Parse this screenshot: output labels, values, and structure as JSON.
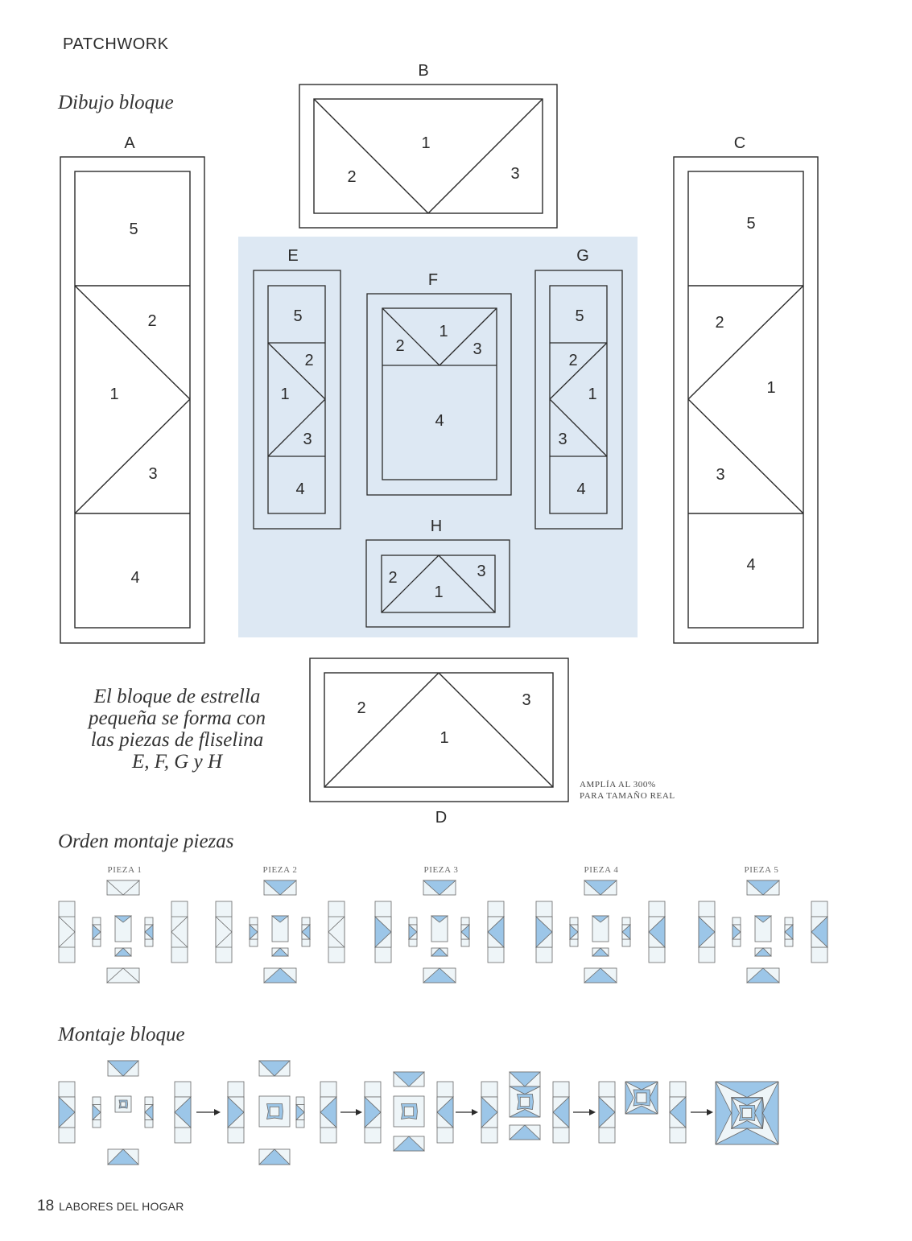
{
  "header": {
    "section": "PATCHWORK"
  },
  "headings": {
    "block_drawing": "Dibujo bloque",
    "assembly_order": "Orden montaje piezas",
    "block_assembly": "Montaje bloque"
  },
  "note": {
    "lines": [
      "El bloque de estrella",
      "pequeña se forma con",
      "las piezas de fliselina",
      "E, F, G y H"
    ]
  },
  "enlarge": {
    "line1": "AMPLÍA AL 300%",
    "line2": "PARA TAMAÑO REAL"
  },
  "footer": {
    "page": "18",
    "magazine": "LABORES DEL HOGAR"
  },
  "templates": [
    {
      "id": "A",
      "pieces": [
        "5",
        "2",
        "1",
        "3",
        "4"
      ]
    },
    {
      "id": "B",
      "pieces": [
        "1",
        "2",
        "3"
      ]
    },
    {
      "id": "C",
      "pieces": [
        "5",
        "2",
        "1",
        "3",
        "4"
      ]
    },
    {
      "id": "D",
      "pieces": [
        "2",
        "1",
        "3"
      ]
    },
    {
      "id": "E",
      "pieces": [
        "5",
        "2",
        "1",
        "3",
        "4"
      ]
    },
    {
      "id": "F",
      "pieces": [
        "1",
        "2",
        "3",
        "4"
      ]
    },
    {
      "id": "G",
      "pieces": [
        "5",
        "2",
        "1",
        "3",
        "4"
      ]
    },
    {
      "id": "H",
      "pieces": [
        "2",
        "1",
        "3"
      ]
    }
  ],
  "order_steps": [
    "PIEZA 1",
    "PIEZA 2",
    "PIEZA 3",
    "PIEZA 4",
    "PIEZA 5"
  ],
  "colors": {
    "line": "#2b2b2b",
    "panel": "#dde8f3",
    "fabric_blue": "#9cc6e8",
    "fabric_light": "#eef5f8"
  }
}
